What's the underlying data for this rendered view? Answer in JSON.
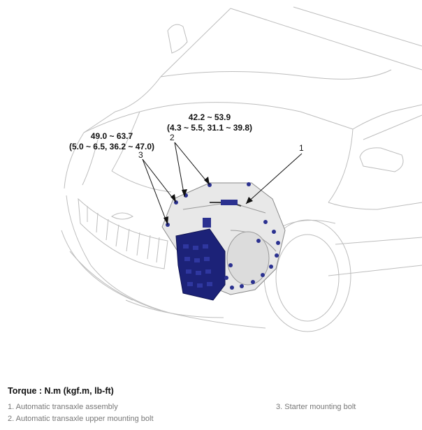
{
  "callouts": {
    "upper_bolt_torque": {
      "line1": "42.2 ~ 53.9",
      "line2": "(4.3 ~ 5.5, 31.1 ~ 39.8)"
    },
    "starter_bolt_torque": {
      "line1": "49.0 ~ 63.7",
      "line2": "(5.0 ~ 6.5, 36.2 ~ 47.0)"
    }
  },
  "markers": {
    "m1": "1",
    "m2": "2",
    "m3": "3"
  },
  "legend": {
    "title": "Torque : N.m (kgf.m, lb-ft)",
    "items": [
      "1. Automatic transaxle assembly",
      "2. Automatic transaxle upper mounting bolt",
      "3. Starter mounting bolt"
    ]
  },
  "colors": {
    "line": "#bbbbbb",
    "leader": "#111111",
    "transaxle_body": "#e6e6e6",
    "valve_cover": "#1c2278",
    "bolt": "#2b3190"
  }
}
